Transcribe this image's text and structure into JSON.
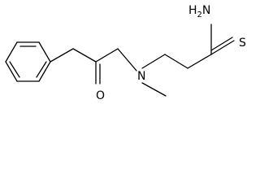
{
  "molecule": {
    "atoms": {
      "amine_group": "H2N",
      "amine_main": "H",
      "amine_sub": "2",
      "amine_n": "N",
      "thio_sulfur": "S",
      "amide_nitrogen": "N",
      "carbonyl_oxygen": "O"
    }
  },
  "colors": {
    "bond": "#000000",
    "background": "#ffffff"
  }
}
